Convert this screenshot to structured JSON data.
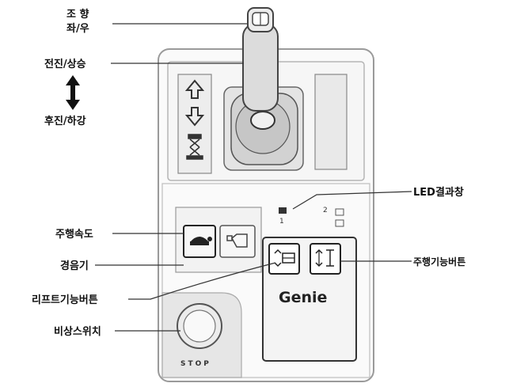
{
  "labels": {
    "steer_line1": "조 향",
    "steer_line2": "좌/우",
    "forward_up": "전진/상승",
    "backward_down": "후진/하강",
    "drive_speed": "주행속도",
    "horn": "경음기",
    "lift_enable": "리프트기능버튼",
    "emergency_switch": "비상스위치",
    "led_display": "LED결과창",
    "drive_enable": "주행기능버튼"
  },
  "panel": {
    "brand": "Genie",
    "stop_label": "STOP",
    "led_mark_1": "1",
    "led_mark_2": "2"
  },
  "icons": [
    "joystick-icon",
    "arrow-up-icon",
    "arrow-down-icon",
    "lift-platform-icon",
    "turtle-speed-icon",
    "horn-icon",
    "lift-enable-icon",
    "drive-enable-icon",
    "up-down-arrow-icon"
  ]
}
